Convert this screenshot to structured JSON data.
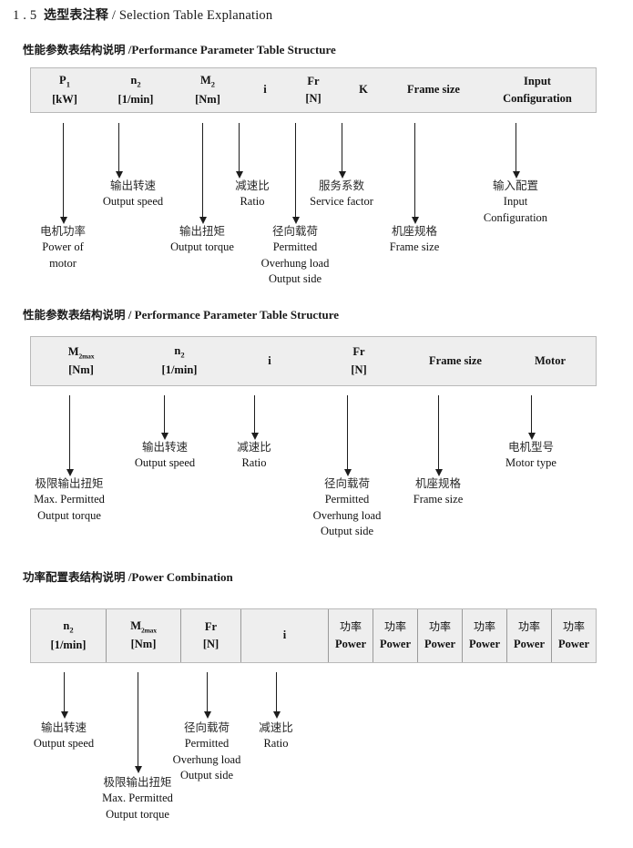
{
  "document": {
    "section_number": "1 . 5",
    "section_title_cn": "选型表注释",
    "section_title_sep": " / ",
    "section_title_en": "Selection Table Explanation"
  },
  "sections": [
    {
      "heading_cn": "性能参数表结构说明",
      "heading_sep": " /",
      "heading_en": "Performance Parameter Table Structure",
      "table": {
        "divided": false,
        "columns": [
          {
            "symbol": "P",
            "subscript": "1",
            "unit": "[kW]"
          },
          {
            "symbol": "n",
            "subscript": "2",
            "unit": "[1/min]"
          },
          {
            "symbol": "M",
            "subscript": "2",
            "unit": "[Nm]"
          },
          {
            "symbol": "i",
            "subscript": "",
            "unit": ""
          },
          {
            "symbol": "Fr",
            "subscript": "",
            "unit": "[N]"
          },
          {
            "symbol": "K",
            "subscript": "",
            "unit": ""
          },
          {
            "symbol": "Frame size",
            "subscript": "",
            "unit": ""
          },
          {
            "symbol": "Input",
            "subscript": "",
            "unit": "Configuration"
          }
        ]
      },
      "notes": [
        {
          "cn": "电机功率",
          "en": [
            "Power of",
            "motor"
          ]
        },
        {
          "cn": "输出转速",
          "en": [
            "Output speed"
          ]
        },
        {
          "cn": "输出扭矩",
          "en": [
            "Output torque"
          ]
        },
        {
          "cn": "减速比",
          "en": [
            "Ratio"
          ]
        },
        {
          "cn": "径向载荷",
          "en": [
            "Permitted",
            "Overhung load",
            "Output side"
          ]
        },
        {
          "cn": "服务系数",
          "en": [
            "Service factor"
          ]
        },
        {
          "cn": "机座规格",
          "en": [
            "Frame size"
          ]
        },
        {
          "cn": "输入配置",
          "en": [
            "Input",
            "Configuration"
          ]
        }
      ]
    },
    {
      "heading_cn": "性能参数表结构说明",
      "heading_sep": " / ",
      "heading_en": "Performance Parameter Table Structure",
      "table": {
        "divided": false,
        "columns": [
          {
            "symbol": "M",
            "subscript": "2max",
            "unit": "[Nm]"
          },
          {
            "symbol": "n",
            "subscript": "2",
            "unit": "[1/min]"
          },
          {
            "symbol": "i",
            "subscript": "",
            "unit": ""
          },
          {
            "symbol": "Fr",
            "subscript": "",
            "unit": "[N]"
          },
          {
            "symbol": "Frame size",
            "subscript": "",
            "unit": ""
          },
          {
            "symbol": "Motor",
            "subscript": "",
            "unit": ""
          }
        ]
      },
      "notes": [
        {
          "cn": "极限输出扭矩",
          "en": [
            "Max. Permitted",
            "Output  torque"
          ]
        },
        {
          "cn": "输出转速",
          "en": [
            "Output speed"
          ]
        },
        {
          "cn": "减速比",
          "en": [
            "Ratio"
          ]
        },
        {
          "cn": "径向载荷",
          "en": [
            "Permitted",
            "Overhung load",
            "Output side"
          ]
        },
        {
          "cn": "机座规格",
          "en": [
            "Frame size"
          ]
        },
        {
          "cn": "电机型号",
          "en": [
            "Motor type"
          ]
        }
      ]
    },
    {
      "heading_cn": "功率配置表结构说明",
      "heading_sep": " /",
      "heading_en": "Power Combination",
      "table": {
        "divided": true,
        "columns": [
          {
            "symbol": "n",
            "subscript": "2",
            "unit": "[1/min]"
          },
          {
            "symbol": "M",
            "subscript": "2max",
            "unit": "[Nm]"
          },
          {
            "symbol": "Fr",
            "subscript": "",
            "unit": "[N]"
          },
          {
            "symbol": "i",
            "subscript": "",
            "unit": ""
          },
          {
            "cn": "功率",
            "symbol": "Power",
            "subscript": "",
            "unit": ""
          },
          {
            "cn": "功率",
            "symbol": "Power",
            "subscript": "",
            "unit": ""
          },
          {
            "cn": "功率",
            "symbol": "Power",
            "subscript": "",
            "unit": ""
          },
          {
            "cn": "功率",
            "symbol": "Power",
            "subscript": "",
            "unit": ""
          },
          {
            "cn": "功率",
            "symbol": "Power",
            "subscript": "",
            "unit": ""
          },
          {
            "cn": "功率",
            "symbol": "Power",
            "subscript": "",
            "unit": ""
          }
        ]
      },
      "notes": [
        {
          "cn": "输出转速",
          "en": [
            "Output speed"
          ]
        },
        {
          "cn": "极限输出扭矩",
          "en": [
            "Max. Permitted",
            "Output  torque"
          ]
        },
        {
          "cn": "径向载荷",
          "en": [
            "Permitted",
            "Overhung load",
            "Output side"
          ]
        },
        {
          "cn": "减速比",
          "en": [
            "Ratio"
          ]
        }
      ]
    }
  ],
  "colors": {
    "table_fill": "#eeeeee",
    "table_border": "#b9b9b9",
    "arrow": "#1d1d1d",
    "text": "#111111"
  }
}
